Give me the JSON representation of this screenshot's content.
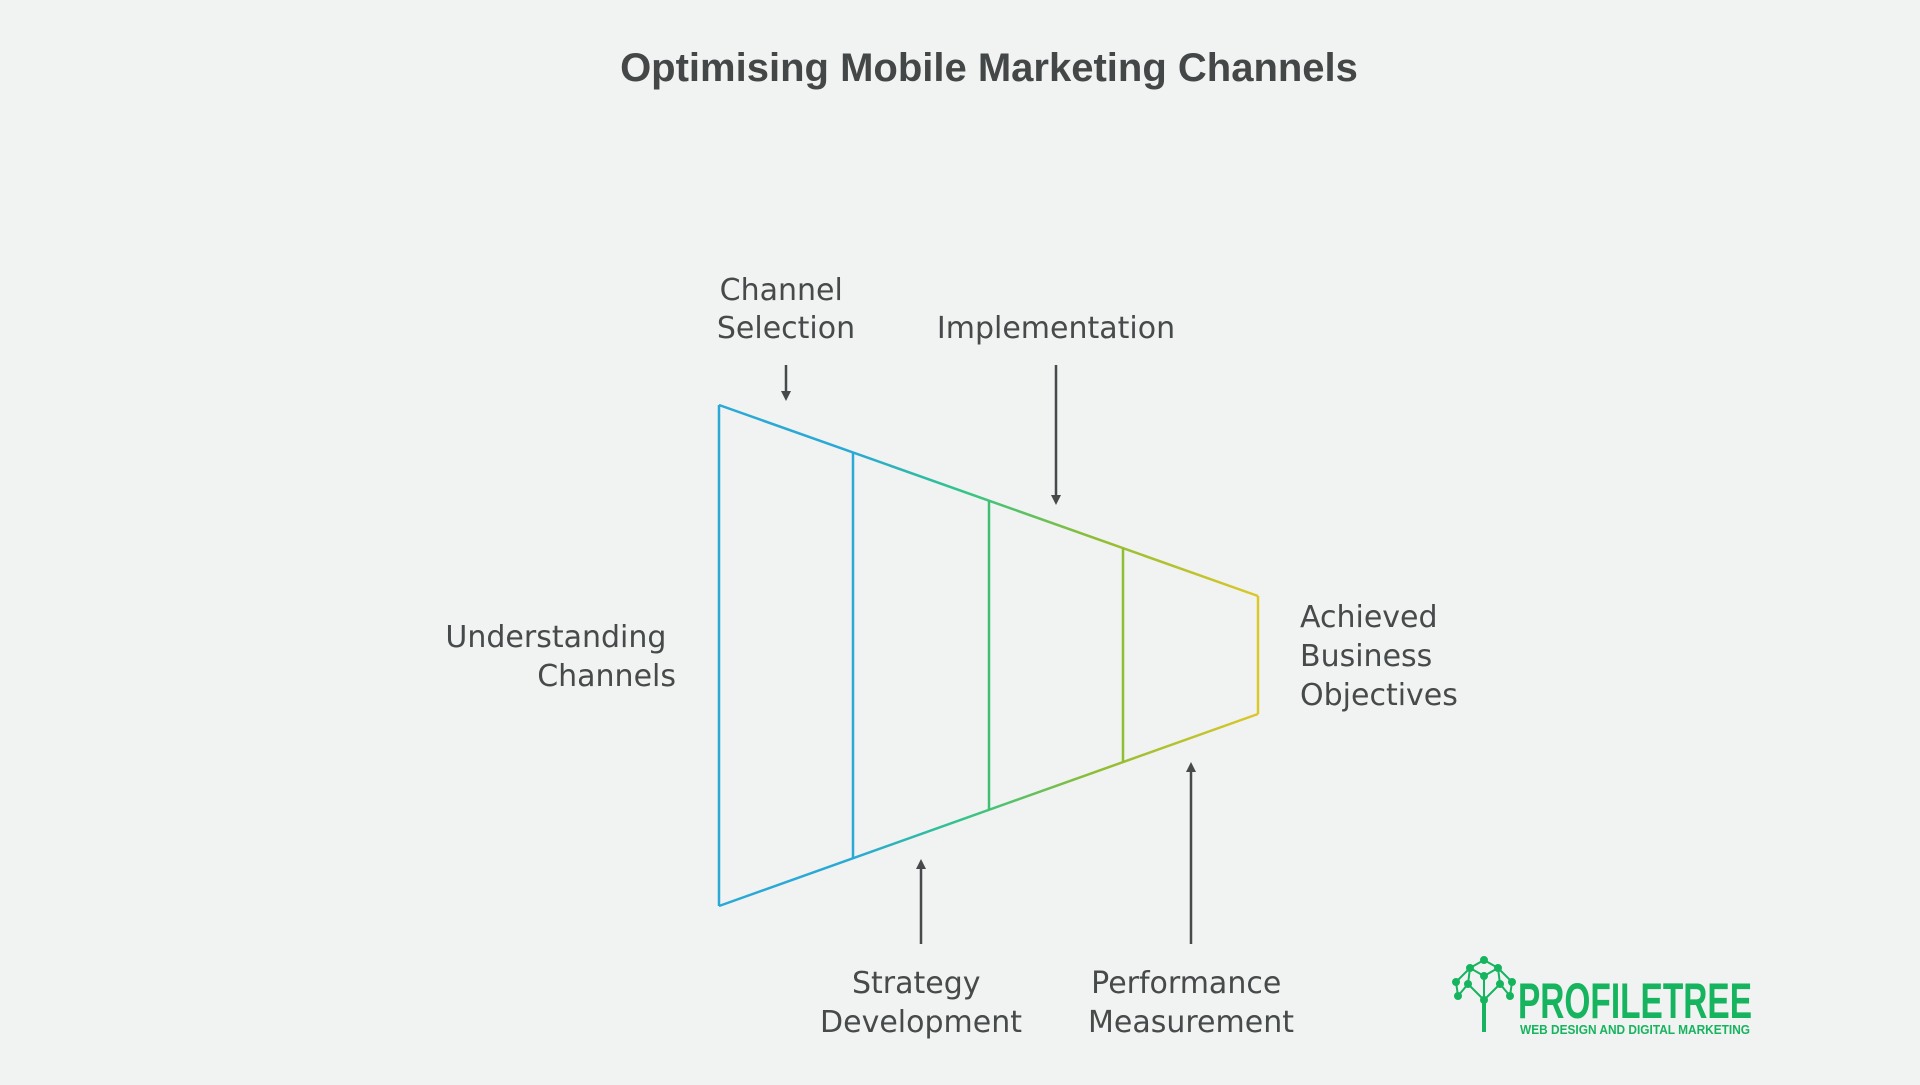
{
  "title": "Optimising Mobile Marketing Channels",
  "stages": [
    {
      "label_lines": [
        "Understanding",
        "Channels"
      ],
      "color": "#2aa9d6"
    },
    {
      "label_lines": [
        "Channel",
        "Selection"
      ],
      "color": "#2fc0a0"
    },
    {
      "label_lines": [
        "Strategy",
        "Development"
      ],
      "color": "#3fbf72"
    },
    {
      "label_lines": [
        "Implementation"
      ],
      "color": "#8fbd34"
    },
    {
      "label_lines": [
        "Performance",
        "Measurement"
      ],
      "color": "#d6c72c"
    }
  ],
  "outcome": {
    "label_lines": [
      "Achieved",
      "Business",
      "Objectives"
    ]
  },
  "colors": {
    "background": "#f1f2f2",
    "text": "#464a4a",
    "arrow": "#464a4a",
    "brand": "#16b45e"
  },
  "logo": {
    "brand": "PROFILETREE",
    "tagline": "WEB DESIGN AND DIGITAL MARKETING",
    "icon": "tree-network-icon"
  }
}
